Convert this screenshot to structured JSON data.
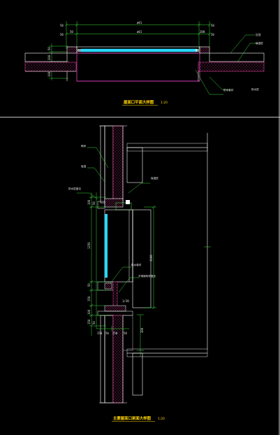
{
  "plan": {
    "dims": {
      "left_top": "50",
      "left_bottom": "50",
      "right_top": "50",
      "right_bottom": "50",
      "overall": "ø01",
      "inner": "ø01",
      "left_small": "50",
      "right_small": "200",
      "vert_1": "50",
      "vert_2": "200",
      "vert_3": "150",
      "vert_4": "100"
    },
    "labels": {
      "right_1": "压顶",
      "right_2": "保温层",
      "right_3": "防水层",
      "right_4": "防水卷材"
    },
    "title": "屋面口平面大样图",
    "scale": "1:20"
  },
  "section": {
    "labels": {
      "wall_1": "砌块",
      "wall_2": "保温",
      "left_note": "防水层做法",
      "mid_right": "保温层",
      "lower_1": "防水卷材",
      "lower_2": "不锈钢构件做法"
    },
    "dims": {
      "d1": "100",
      "d2": "50",
      "d3": "1250",
      "d4": "50",
      "d5": "150",
      "d6": "100",
      "d7": "150",
      "d8": "50",
      "d9": "1100",
      "d10": "1/20",
      "d11": "300",
      "d12": "150",
      "d13": "50",
      "d14": "250",
      "d15": "50"
    },
    "title": "主要屋面口剖面大样图",
    "scale": "1:20"
  },
  "colors": {
    "outline": "#ffffff",
    "fill_pink": "#e0409a",
    "glass": "#28d8ff",
    "green": "#39d939",
    "magenta": "#e040c0",
    "gray": "#bdbdbd",
    "title_yellow": "#ffd400"
  }
}
